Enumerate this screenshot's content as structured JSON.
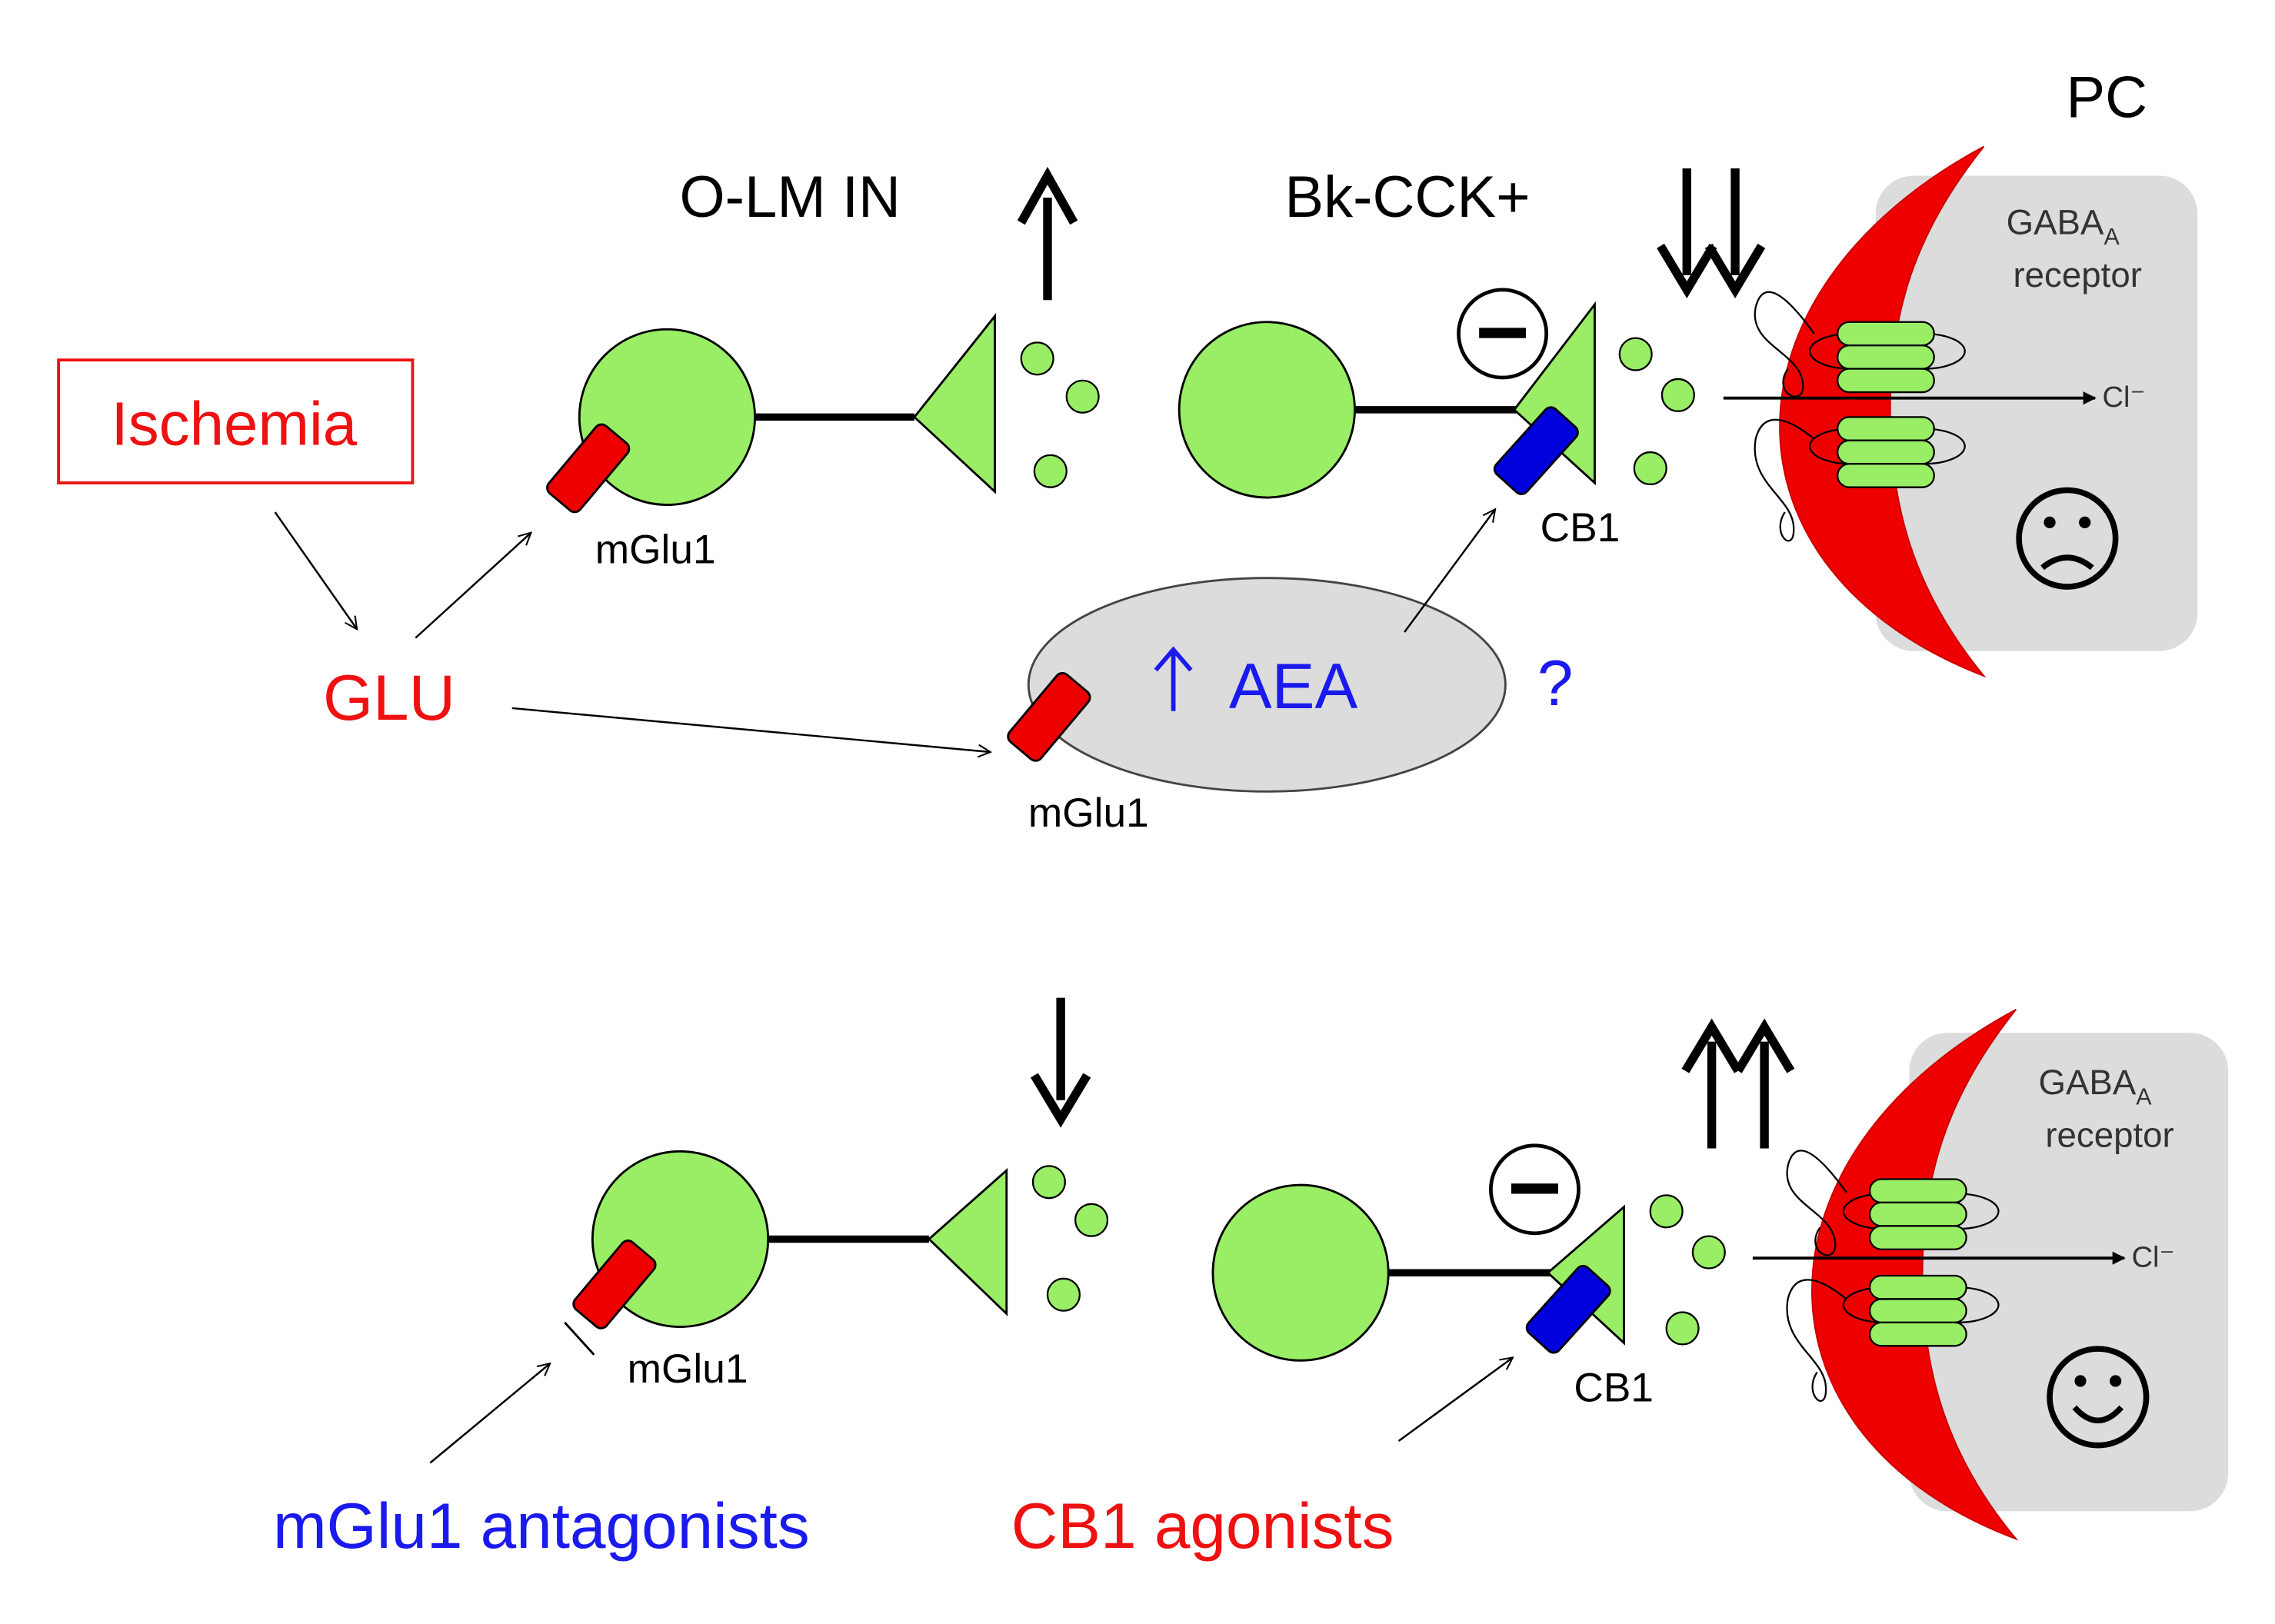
{
  "labels": {
    "pc": "PC",
    "olm_in": "O-LM IN",
    "bk_cck": "Bk-CCK+",
    "ischemia": "Ischemia",
    "glu": "GLU",
    "mglu1": "mGlu1",
    "cb1": "CB1",
    "aea": "AEA",
    "question": "?",
    "gaba_main": "GABA",
    "gaba_sub": "A",
    "receptor": "receptor",
    "chloride": "Cl⁻",
    "minus": "−",
    "mglu1_antagonists": "mGlu1 antagonists",
    "cb1_agonists": "CB1 agonists"
  },
  "colors": {
    "neuron_green": "#99ee66",
    "receptor_red": "#ee0000",
    "cb1_blue": "#0000dd",
    "label_red": "#ee1111",
    "label_blue": "#1a1aee",
    "cell_gray": "#dcdcdc",
    "membrane_red": "#ee0000"
  },
  "icons": {
    "sad_face": "frowning-face-icon",
    "happy_face": "smiling-face-icon",
    "up_arrow": "up-arrow-icon",
    "down_arrow": "down-arrow-icon"
  }
}
